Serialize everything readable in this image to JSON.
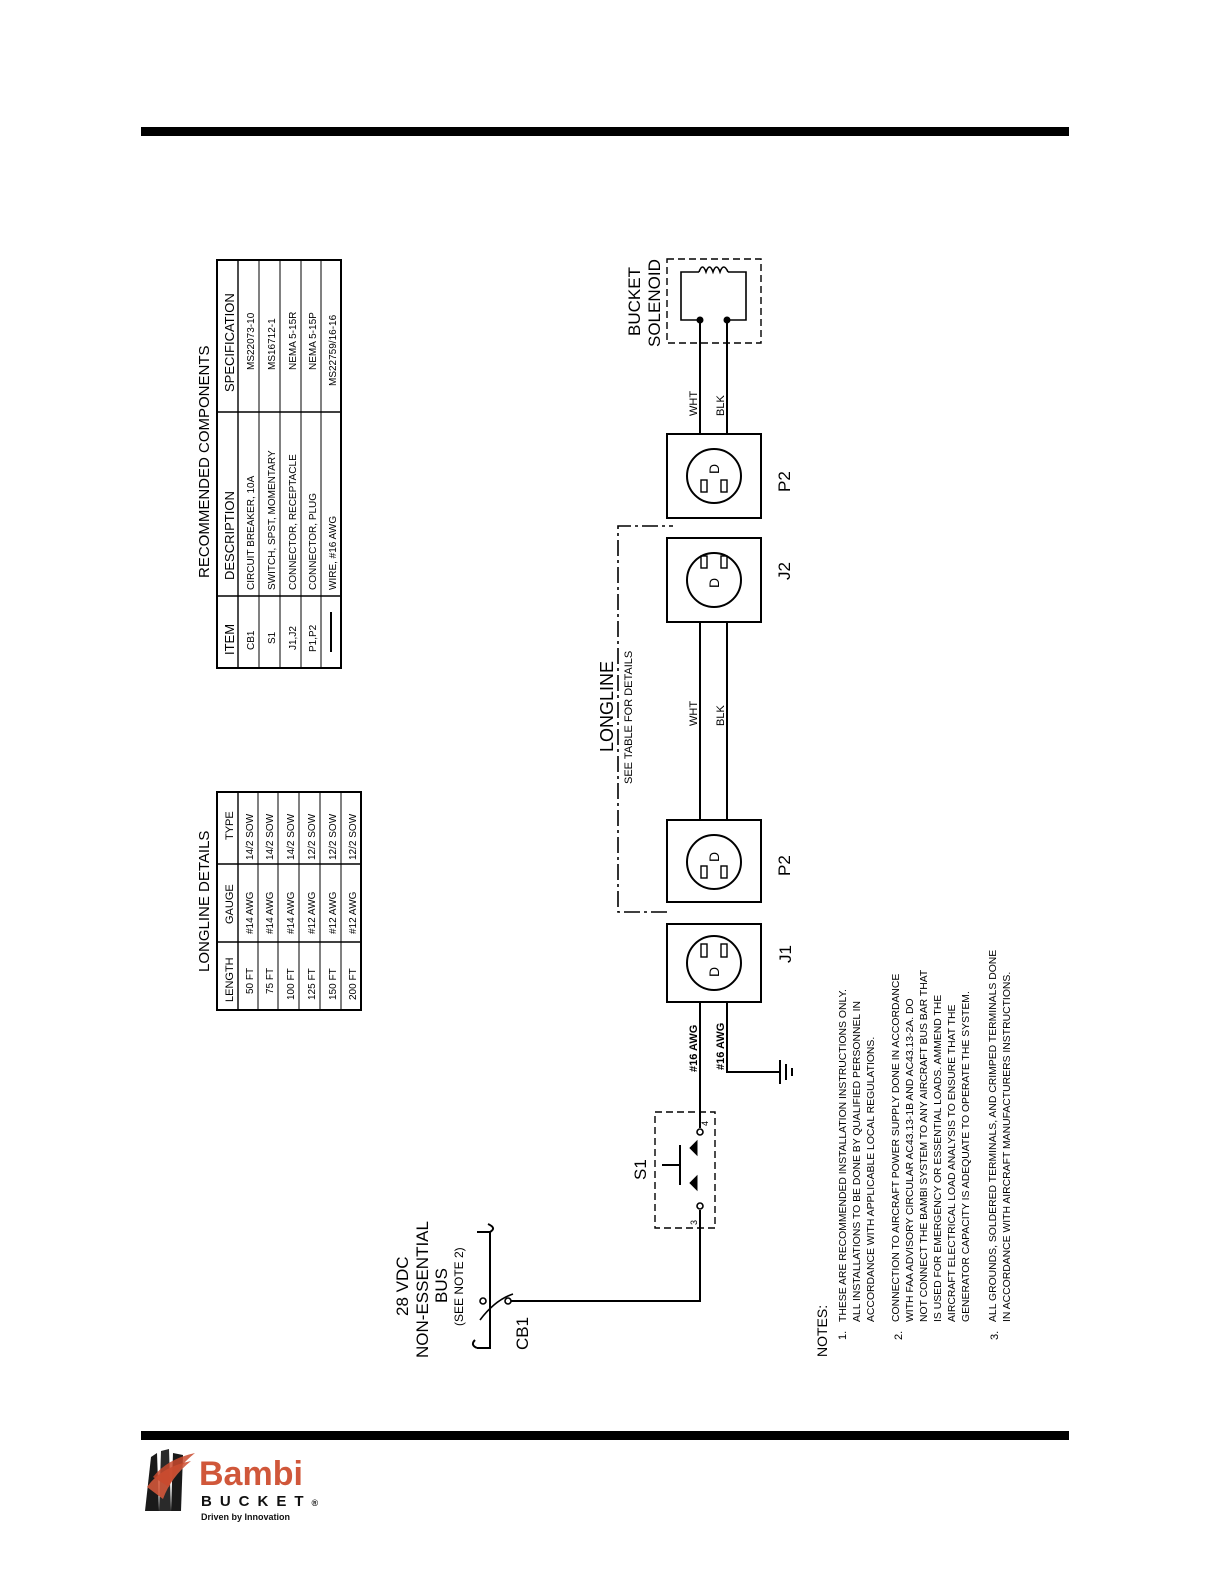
{
  "components_table": {
    "title": "RECOMMENDED COMPONENTS",
    "headers": [
      "ITEM",
      "DESCRIPTION",
      "SPECIFICATION"
    ],
    "rows": [
      {
        "item": "CB1",
        "description": "CIRCUIT BREAKER, 10A",
        "spec": "MS22073-10"
      },
      {
        "item": "S1",
        "description": "SWITCH, SPST, MOMENTARY",
        "spec": "MS16712-1"
      },
      {
        "item": "J1,J2",
        "description": "CONNECTOR, RECEPTACLE",
        "spec": "NEMA 5-15R"
      },
      {
        "item": "P1,P2",
        "description": "CONNECTOR, PLUG",
        "spec": "NEMA 5-15P"
      },
      {
        "item": "",
        "description": "WIRE, #16 AWG",
        "spec": "MS22759/16-16"
      }
    ]
  },
  "longline_table": {
    "title": "LONGLINE DETAILS",
    "headers": [
      "LENGTH",
      "GAUGE",
      "TYPE"
    ],
    "rows": [
      {
        "length": "50 FT",
        "gauge": "#14 AWG",
        "type": "14/2 SOW"
      },
      {
        "length": "75 FT",
        "gauge": "#14 AWG",
        "type": "14/2 SOW"
      },
      {
        "length": "100 FT",
        "gauge": "#14 AWG",
        "type": "14/2 SOW"
      },
      {
        "length": "125 FT",
        "gauge": "#12 AWG",
        "type": "12/2 SOW"
      },
      {
        "length": "150 FT",
        "gauge": "#12 AWG",
        "type": "12/2 SOW"
      },
      {
        "length": "200 FT",
        "gauge": "#12 AWG",
        "type": "12/2 SOW"
      }
    ]
  },
  "schematic": {
    "bus_line1": "28 VDC",
    "bus_line2": "NON-ESSENTIAL",
    "bus_line3": "BUS",
    "bus_note": "(SEE NOTE 2)",
    "cb1": "CB1",
    "s1": "S1",
    "pin3": "3",
    "pin4": "4",
    "wire_top": "#16 AWG",
    "wire_bottom": "#16 AWG",
    "j1": "J1",
    "p2_left": "P2",
    "j2": "J2",
    "p2_right": "P2",
    "wht_mid": "WHT",
    "blk_mid": "BLK",
    "wht_right": "WHT",
    "blk_right": "BLK",
    "longline": "LONGLINE",
    "longline_sub": "SEE TABLE FOR DETAILS",
    "solenoid_line1": "BUCKET",
    "solenoid_line2": "SOLENOID",
    "connector_letter": "D"
  },
  "notes": {
    "title": "NOTES:",
    "items": [
      {
        "num": "1.",
        "lines": [
          "THESE ARE RECOMMENDED INSTALLATION INSTRUCTIONS ONLY.",
          "ALL INSTALLATIONS TO BE DONE BY QUALIFIED PERSONNEL IN",
          "ACCORDANCE WITH APPLICABLE LOCAL REGULATIONS."
        ]
      },
      {
        "num": "2.",
        "lines": [
          "CONNECTION TO AIRCRAFT POWER SUPPLY DONE IN ACCORDANCE",
          "WITH FAA ADVISORY CIRCULAR AC43.13-1B AND AC43.13-2A. DO",
          "NOT CONNECT THE BAMBI SYSTEM TO ANY AIRCRAFT BUS BAR THAT",
          "IS USED FOR EMERGENCY OR ESSENTIAL LOADS. AMMEND THE",
          "AIRCRAFT ELECTRICAL LOAD ANALYSIS TO ENSURE THAT THE",
          "GENERATOR CAPACITY IS ADEQUATE TO OPERATE THE SYSTEM."
        ]
      },
      {
        "num": "3.",
        "lines": [
          "ALL GROUNDS, SOLDERED TERMINALS, AND CRIMPED TERMINALS DONE",
          "IN ACCORDANCE WITH AIRCRAFT MANUFACTURERS INSTRUCTIONS."
        ]
      }
    ]
  },
  "logo": {
    "word": "Bambi",
    "sub": "BUCKET",
    "reg": "®",
    "tag": "Driven by Innovation"
  },
  "colors": {
    "brand": "#d0573a",
    "ink": "#000000"
  }
}
